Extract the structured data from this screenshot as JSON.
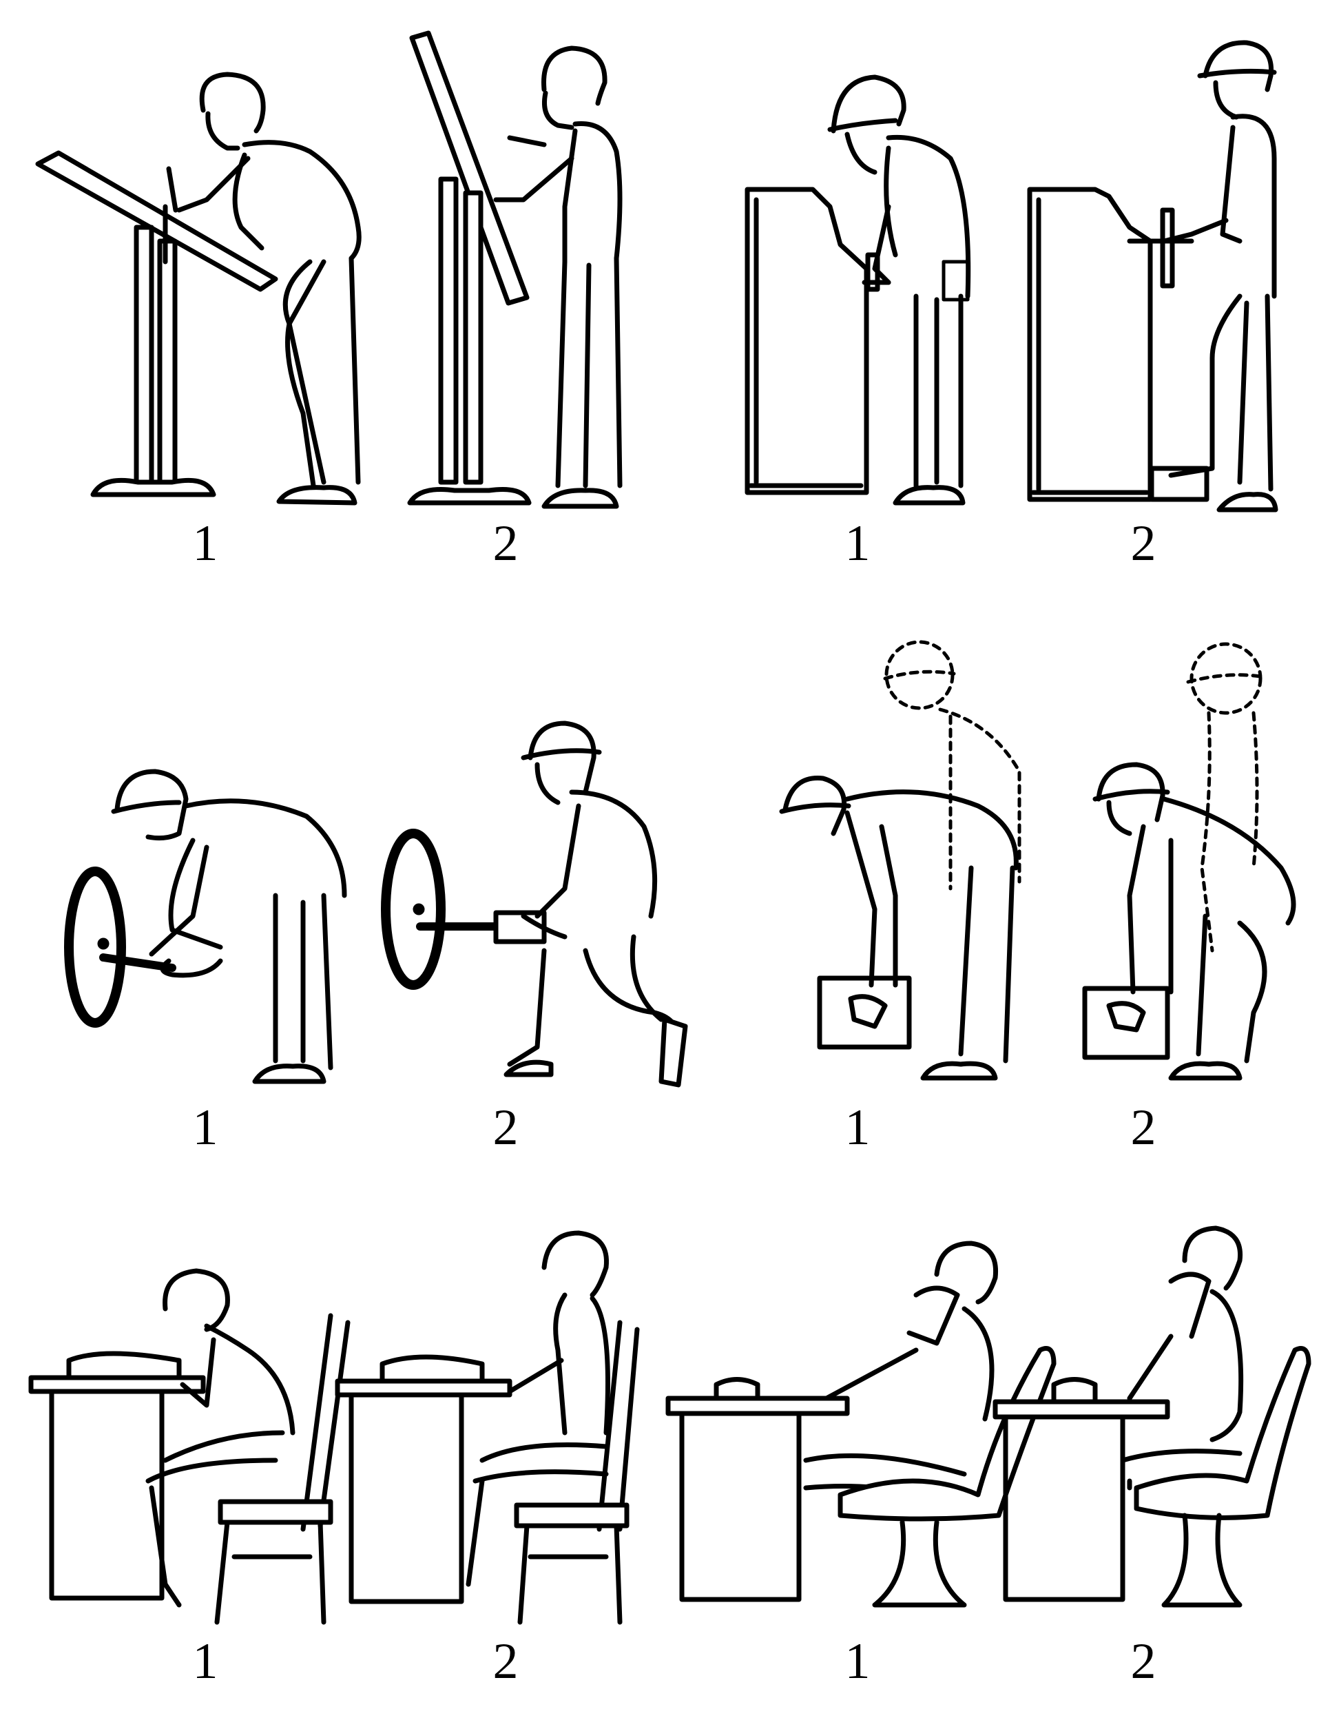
{
  "panels": [
    {
      "id": "drafting-table",
      "labels": [
        "1",
        "2"
      ]
    },
    {
      "id": "machine-lever",
      "labels": [
        "1",
        "2"
      ]
    },
    {
      "id": "wheel-work",
      "labels": [
        "1",
        "2"
      ]
    },
    {
      "id": "box-lifting",
      "labels": [
        "1",
        "2"
      ]
    },
    {
      "id": "desk-typing",
      "labels": [
        "1",
        "2"
      ]
    },
    {
      "id": "desk-phone",
      "labels": [
        "1",
        "2"
      ]
    }
  ],
  "line_color": "#000000",
  "background": "#ffffff"
}
